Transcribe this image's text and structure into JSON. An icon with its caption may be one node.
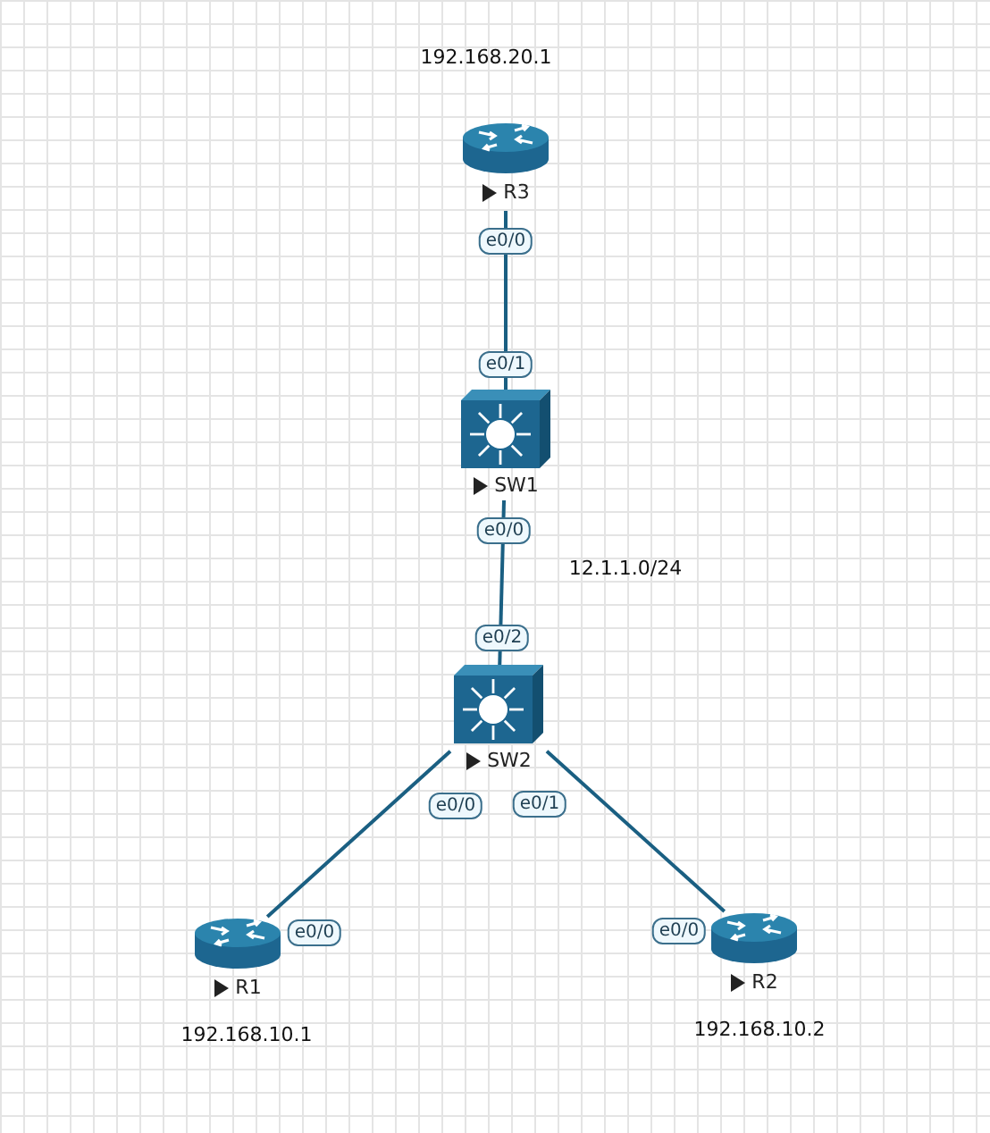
{
  "diagram": {
    "nodes": [
      {
        "text": [
          "R3"
        ],
        "beside": [
          "192.168.20.1",
          "e0/0"
        ]
      },
      {
        "text": [
          "SW1"
        ],
        "beside": [
          "e0/1",
          "e0/0"
        ]
      },
      {
        "text": [
          "SW2"
        ],
        "beside": [
          "e0/2",
          "e0/0",
          "e0/1"
        ]
      },
      {
        "text": [
          "R1"
        ],
        "beside": [
          "e0/0",
          "192.168.10.1"
        ]
      },
      {
        "text": [
          "R2"
        ],
        "beside": [
          "e0/0",
          "192.168.10.2"
        ]
      }
    ],
    "edges": [
      {
        "from": 0,
        "to": 1,
        "arrow": "none"
      },
      {
        "from": 1,
        "to": 2,
        "arrow": "none"
      },
      {
        "from": 2,
        "to": 3,
        "arrow": "none"
      },
      {
        "from": 2,
        "to": 4,
        "arrow": "none"
      }
    ],
    "labels": [
      "12.1.1.0/24"
    ]
  }
}
